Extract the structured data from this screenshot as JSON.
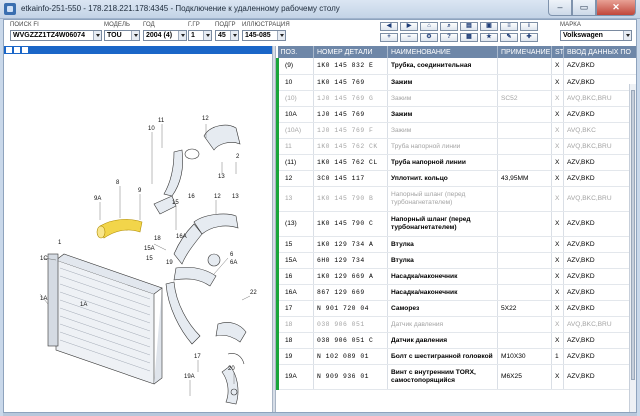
{
  "window": {
    "title": "etkainfo-251-550 - 178.218.221.178:4345 - Подключение к удаленному рабочему столу",
    "minimize": "–",
    "maximize": "▭",
    "close": "✕"
  },
  "filters": {
    "vin": {
      "label": "ПОИСК FI",
      "value": "WVGZZZ1TZ4W06074"
    },
    "model": {
      "label": "МОДЕЛЬ",
      "value": "TOU"
    },
    "year": {
      "label": "ГОД",
      "value": "2004 (4)"
    },
    "gr": {
      "label": "Г.ГР",
      "value": "1"
    },
    "subgr": {
      "label": "ПОДГР",
      "value": "45"
    },
    "illustration": {
      "label": "ИЛЛЮСТРАЦИЯ",
      "value": "145-085"
    },
    "brand": {
      "label": "МАРКА",
      "value": "Volkswagen"
    }
  },
  "table": {
    "headers": {
      "pos": "ПОЗ.",
      "part": "НОМЕР ДЕТАЛИ",
      "name": "НАИМЕНОВАНИЕ",
      "note": "ПРИМЕЧАНИЕ",
      "st": "ST",
      "input": "ВВОД ДАННЫХ ПО"
    },
    "rows": [
      {
        "pos": "(9)",
        "part": "1K0  145  832  E",
        "name": "Трубка, соединительная",
        "note": "",
        "st": "X",
        "input": "AZV,BKD",
        "style": "normal"
      },
      {
        "pos": "10",
        "part": "1K0  145  769",
        "name": "Зажим",
        "note": "",
        "st": "X",
        "input": "AZV,BKD",
        "style": "normal"
      },
      {
        "pos": "(10)",
        "part": "1J0  145  769  G",
        "name": "Зажим",
        "note": "SC52",
        "st": "X",
        "input": "AVQ,BKC,BRU",
        "style": "gray"
      },
      {
        "pos": "10A",
        "part": "1J0  145  769",
        "name": "Зажим",
        "note": "",
        "st": "X",
        "input": "AZV,BKD",
        "style": "normal"
      },
      {
        "pos": "(10A)",
        "part": "1J0  145  769  F",
        "name": "Зажим",
        "note": "",
        "st": "X",
        "input": "AVQ,BKC",
        "style": "gray"
      },
      {
        "pos": "11",
        "part": "1K0  145  762  CK",
        "name": "Труба напорной линии",
        "note": "",
        "st": "X",
        "input": "AVQ,BKC,BRU",
        "style": "gray"
      },
      {
        "pos": "(11)",
        "part": "1K0  145  762  CL",
        "name": "Труба напорной линии",
        "note": "",
        "st": "X",
        "input": "AZV,BKD",
        "style": "normal"
      },
      {
        "pos": "12",
        "part": "3C0  145  117",
        "name": "Уплотнит. кольцо",
        "note": "43,95MM",
        "st": "X",
        "input": "AZV,BKD",
        "style": "normal"
      },
      {
        "pos": "13",
        "part": "1K0  145  790  B",
        "name": "Напорный шланг (перед турбонагнетателем)",
        "note": "",
        "st": "X",
        "input": "AVQ,BKC,BRU",
        "style": "gray tall wrap"
      },
      {
        "pos": "(13)",
        "part": "1K0  145  790  C",
        "name": "Напорный шланг (перед турбонагнетателем)",
        "note": "",
        "st": "X",
        "input": "AZV,BKD",
        "style": "normal tall wrap"
      },
      {
        "pos": "15",
        "part": "1K0  129  734  A",
        "name": "Втулка",
        "note": "",
        "st": "X",
        "input": "AZV,BKD",
        "style": "normal"
      },
      {
        "pos": "15A",
        "part": "6H0  129  734",
        "name": "Втулка",
        "note": "",
        "st": "X",
        "input": "AZV,BKD",
        "style": "normal"
      },
      {
        "pos": "16",
        "part": "1K0  129  669  A",
        "name": "Насадка/наконечник",
        "note": "",
        "st": "X",
        "input": "AZV,BKD",
        "style": "normal"
      },
      {
        "pos": "16A",
        "part": "867  129  669",
        "name": "Насадка/наконечник",
        "note": "",
        "st": "X",
        "input": "AZV,BKD",
        "style": "normal"
      },
      {
        "pos": "17",
        "part": "N  901  720  04",
        "name": "Саморез",
        "note": "5X22",
        "st": "X",
        "input": "AZV,BKD",
        "style": "normal"
      },
      {
        "pos": "18",
        "part": "038  906  051",
        "name": "Датчик давления",
        "note": "",
        "st": "X",
        "input": "AVQ,BKC,BRU",
        "style": "gray"
      },
      {
        "pos": "18",
        "part": "038  906  051  C",
        "name": "Датчик давления",
        "note": "",
        "st": "X",
        "input": "AZV,BKD",
        "style": "normal"
      },
      {
        "pos": "19",
        "part": "N  102  089  01",
        "name": "Болт с шестигранной головкой",
        "note": "M10X30",
        "st": "1",
        "input": "AZV,BKD",
        "style": "normal"
      },
      {
        "pos": "19A",
        "part": "N  909  936  01",
        "name": "Винт с внутренним TORX, самостопорящийся",
        "note": "M6X25",
        "st": "X",
        "input": "AZV,BKD",
        "style": "normal tall wrap"
      }
    ]
  },
  "diagram": {
    "callouts": [
      "11",
      "10",
      "12",
      "13",
      "8",
      "9",
      "9A",
      "15",
      "16",
      "16A",
      "15A",
      "18",
      "19",
      "15",
      "6",
      "6A",
      "1",
      "1A",
      "1C",
      "1A",
      "17",
      "19A",
      "20",
      "22",
      "2",
      "12",
      "13"
    ],
    "highlight_color": "#e8c21a",
    "accent": "#1a66c8",
    "status_green": "#1aa53a"
  }
}
